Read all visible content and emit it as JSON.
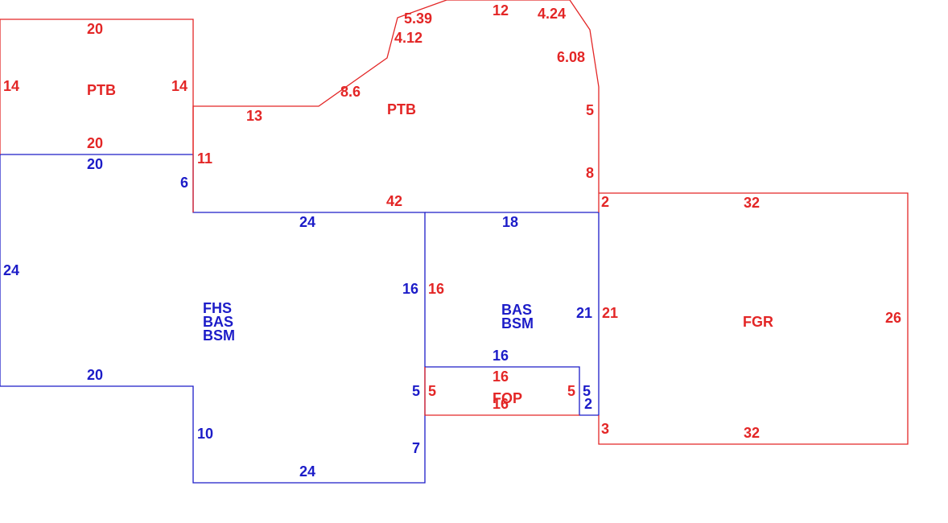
{
  "colors": {
    "red": "#e32626",
    "blue": "#1c1cc8"
  },
  "areas": {
    "ptb_left": "PTB",
    "ptb_top": "PTB",
    "main": [
      "FHS",
      "BAS",
      "BSM"
    ],
    "right": [
      "BAS",
      "BSM"
    ],
    "garage": "FGR",
    "porch": "FOP"
  },
  "dims_red": {
    "ptb_left_top": "20",
    "ptb_left_left": "14",
    "ptb_left_right": "14",
    "ptb_left_bottom": "20",
    "ptb_top_13": "13",
    "ptb_top_86": "8.6",
    "ptb_top_412": "4.12",
    "ptb_top_539": "5.39",
    "ptb_top_12": "12",
    "ptb_top_424": "4.24",
    "ptb_top_608": "6.08",
    "ptb_top_5": "5",
    "ptb_top_8": "8",
    "ptb_top_11": "11",
    "ptb_top_42": "42",
    "fgr_2": "2",
    "fgr_top": "32",
    "fgr_left": "21",
    "fgr_right": "26",
    "fgr_3": "3",
    "fgr_bottom": "32",
    "fop_top": "16",
    "fop_left": "5",
    "fop_right": "5",
    "fop_bottom": "16",
    "inner_16": "16"
  },
  "dims_blue": {
    "main_top": "20",
    "main_6": "6",
    "main_24_top": "24",
    "main_left": "24",
    "main_20": "20",
    "main_10": "10",
    "main_24_bottom": "24",
    "main_7": "7",
    "main_5": "5",
    "main_16": "16",
    "right_18": "18",
    "right_21": "21",
    "right_16": "16",
    "right_5": "5",
    "right_2": "2"
  }
}
